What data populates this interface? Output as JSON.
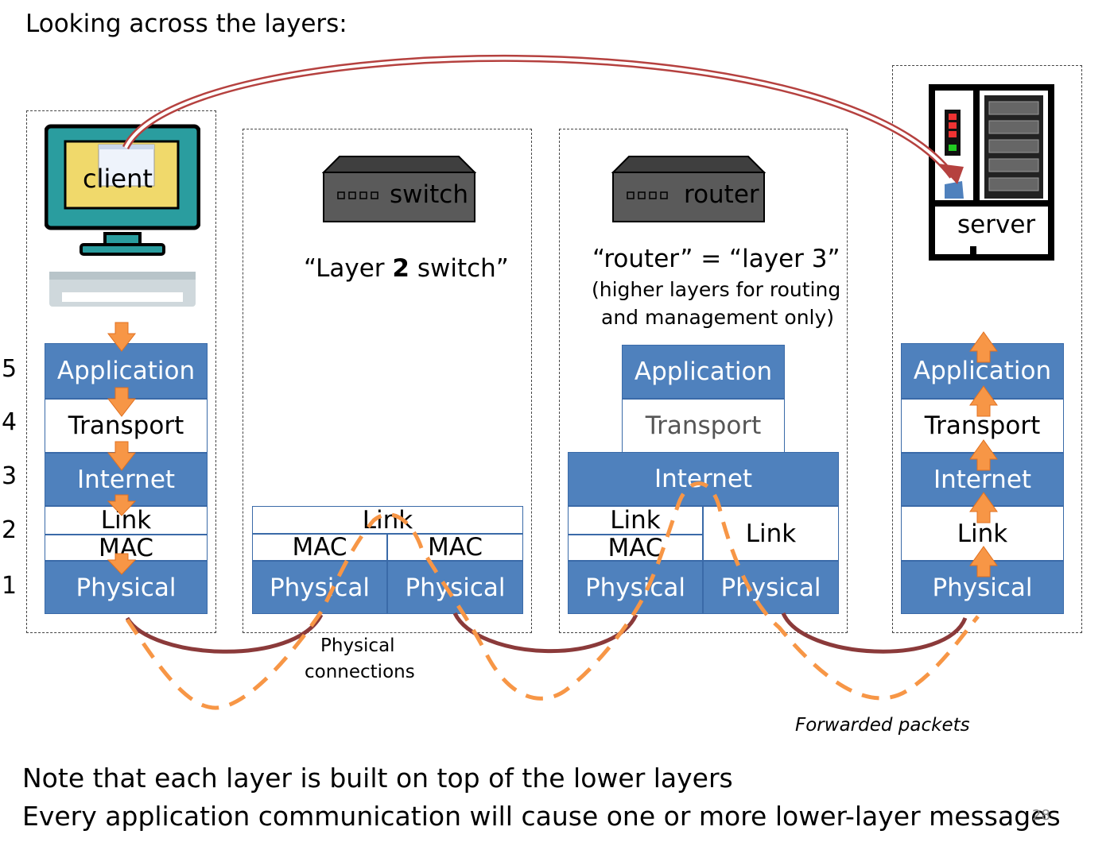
{
  "title": "Looking across the layers:",
  "layer_numbers": [
    "5",
    "4",
    "3",
    "2",
    "1"
  ],
  "client": {
    "label": "client",
    "layers": {
      "application": "Application",
      "transport": "Transport",
      "internet": "Internet",
      "link": "Link",
      "mac": "MAC",
      "physical": "Physical"
    }
  },
  "switch": {
    "device_label": "switch",
    "caption_pre": "“Layer ",
    "caption_bold": "2",
    "caption_post": " switch”",
    "layers": {
      "link": "Link",
      "mac_left": "MAC",
      "mac_right": "MAC",
      "phys_left": "Physical",
      "phys_right": "Physical"
    }
  },
  "router": {
    "device_label": "router",
    "caption_line1": "“router” = “layer 3”",
    "caption_line2": "(higher layers for routing",
    "caption_line3": "and management only)",
    "layers": {
      "application": "Application",
      "transport": "Transport",
      "internet": "Internet",
      "link_left": "Link",
      "mac_left": "MAC",
      "link_right": "Link",
      "phys_left": "Physical",
      "phys_right": "Physical"
    }
  },
  "server": {
    "label": "server",
    "layers": {
      "application": "Application",
      "transport": "Transport",
      "internet": "Internet",
      "link": "Link",
      "physical": "Physical"
    }
  },
  "physical_connections_line1": "Physical",
  "physical_connections_line2": "connections",
  "forwarded_packets": "Forwarded packets",
  "note_line1": "Note that each layer is built on top of the lower layers",
  "note_line2": "Every application communication will cause one or more lower-layer messages",
  "page_number": "28",
  "colors": {
    "layer_blue": "#4f81bd",
    "arrow_orange": "#f79646",
    "connection_red": "#8b3a3a",
    "monitor_teal": "#2a9d9f",
    "screen_yellow": "#f0d96b",
    "device_gray": "#5a5a5a"
  }
}
